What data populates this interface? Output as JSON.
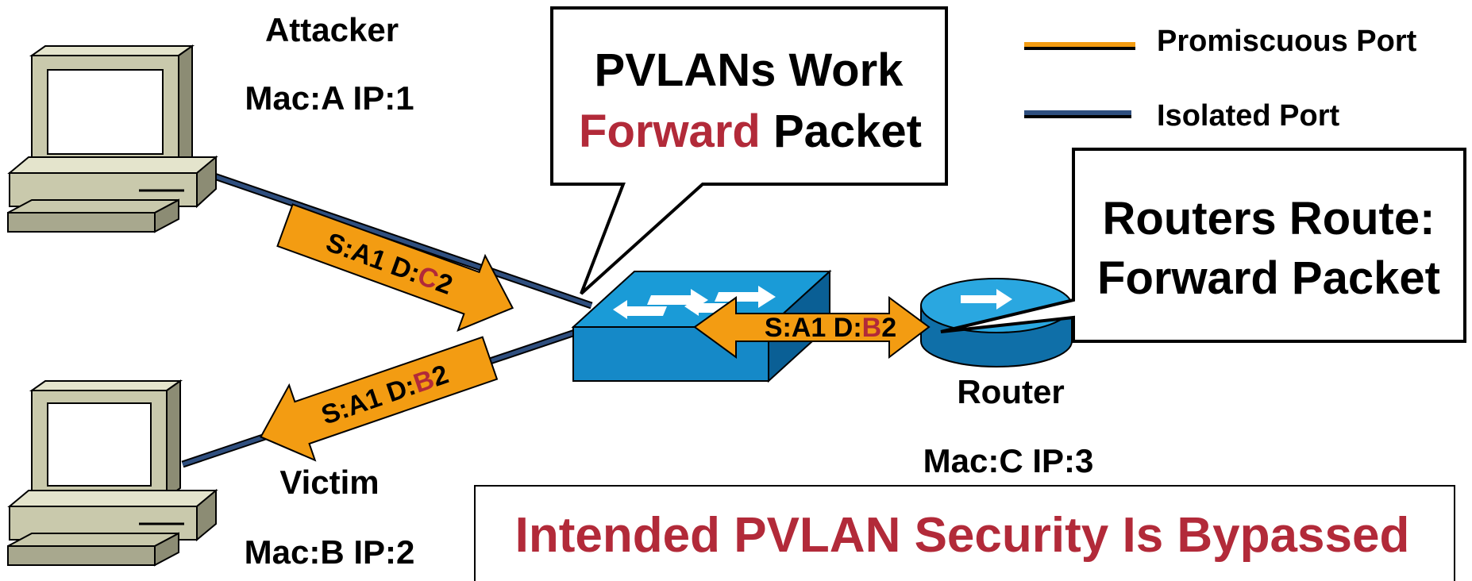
{
  "legend": {
    "promiscuous_label": "Promiscuous Port",
    "isolated_label": "Isolated Port",
    "promiscuous_color": "#f39c12",
    "isolated_color": "#2f4f7f"
  },
  "attacker": {
    "name": "Attacker",
    "address": "Mac:A IP:1",
    "icon": "computer-icon"
  },
  "victim": {
    "name": "Victim",
    "address": "Mac:B IP:2",
    "icon": "computer-icon"
  },
  "router": {
    "name": "Router",
    "address": "Mac:C IP:3",
    "icon": "router-icon"
  },
  "switch": {
    "icon": "switch-icon"
  },
  "callout_pvlan": {
    "line1": "PVLANs Work",
    "line2_red": "Forward",
    "line2_rest": " Packet"
  },
  "callout_router": {
    "line1": "Routers Route:",
    "line2": "Forward Packet"
  },
  "packets": {
    "attacker_to_switch": {
      "prefix": "S:A1 D:",
      "red": "C",
      "suffix": "2"
    },
    "switch_to_victim": {
      "prefix": "S:A1 D:",
      "red": "B",
      "suffix": "2"
    },
    "router_switch": {
      "prefix": "S:A1 D:",
      "red": "B",
      "suffix": "2"
    }
  },
  "banner": {
    "text": "Intended PVLAN Security Is Bypassed",
    "color": "#b22a39"
  },
  "colors": {
    "arrow": "#f39c12",
    "accent_red": "#b22a39",
    "switch_blue": "#1a9bd7"
  }
}
